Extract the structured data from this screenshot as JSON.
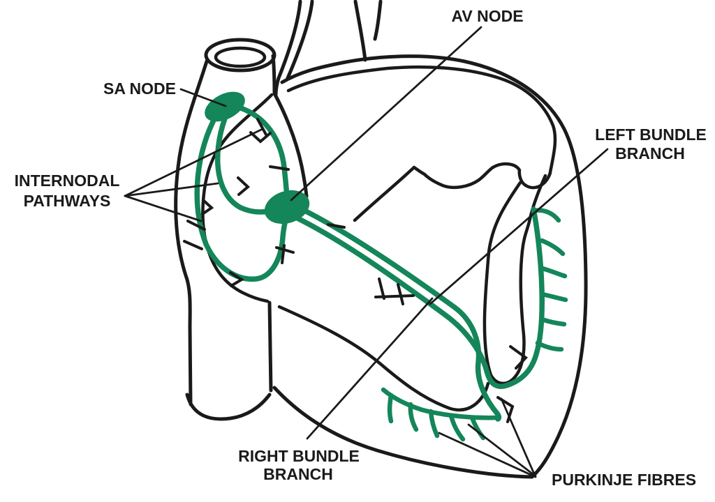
{
  "diagram": {
    "type": "heart-conduction-system-line-diagram",
    "colors": {
      "pathway_green": "#148659",
      "outline_black": "#1a1a1a",
      "background": "#ffffff",
      "label_text": "#1a1a1a"
    },
    "labels": {
      "sa_node": "SA NODE",
      "av_node": "AV NODE",
      "internodal": {
        "line1": "INTERNODAL",
        "line2": "PATHWAYS"
      },
      "left_bundle": {
        "line1": "LEFT BUNDLE",
        "line2": "BRANCH"
      },
      "right_bundle": {
        "line1": "RIGHT BUNDLE",
        "line2": "BRANCH"
      },
      "purkinje": "PURKINJE FIBRES"
    }
  }
}
